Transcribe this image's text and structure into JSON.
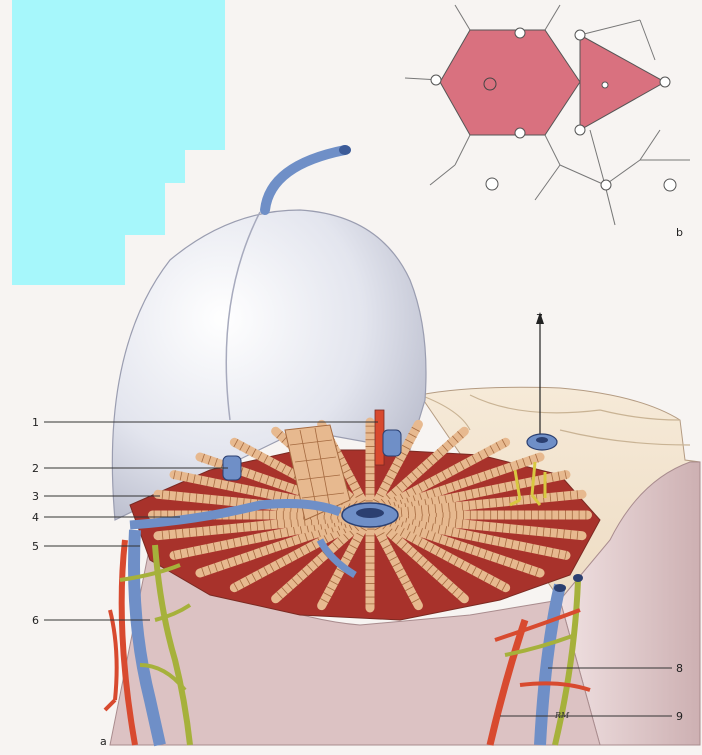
{
  "figure": {
    "panel_a": "a",
    "panel_b": "b",
    "signature": "RM"
  },
  "labels": [
    {
      "id": "1",
      "text": "1"
    },
    {
      "id": "2",
      "text": "2"
    },
    {
      "id": "3",
      "text": "3"
    },
    {
      "id": "4",
      "text": "4"
    },
    {
      "id": "5",
      "text": "5"
    },
    {
      "id": "6",
      "text": "6"
    },
    {
      "id": "7",
      "text": "7"
    },
    {
      "id": "8",
      "text": "8"
    },
    {
      "id": "9",
      "text": "9"
    }
  ],
  "colors": {
    "background": "#f7f4f2",
    "cyan_patch": "#a6f7fb",
    "lobule_fill": "#d9717f",
    "parenchyma": "#e7b98f",
    "sinusoid": "#a8322b",
    "vein_blue": "#6f8fc7",
    "artery_red": "#d84a2f",
    "bile_green": "#a6b13b",
    "capsule_grey": "#dfe1ea",
    "cut_surface": "#f1e0c8",
    "side_wall": "#dcc2c3"
  }
}
